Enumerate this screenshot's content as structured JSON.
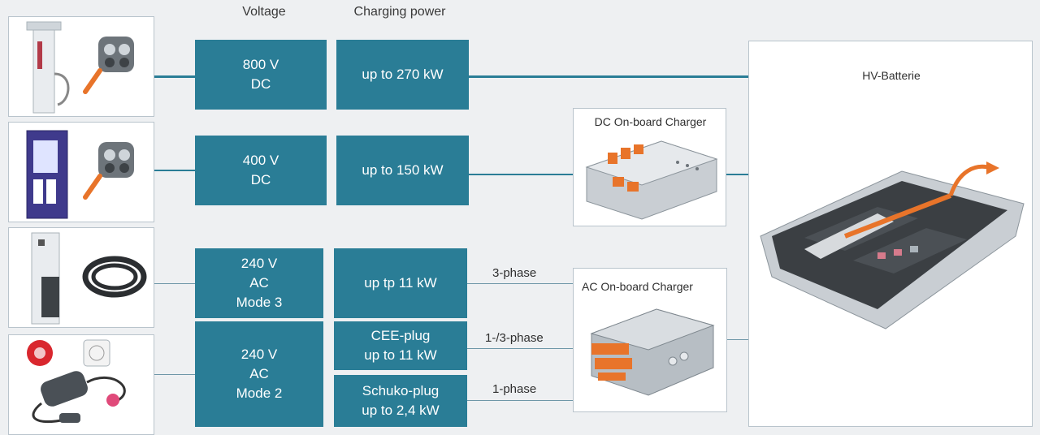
{
  "headers": {
    "voltage": "Voltage",
    "charging_power": "Charging power"
  },
  "voltage_boxes": [
    {
      "lines": [
        "800 V",
        "DC"
      ]
    },
    {
      "lines": [
        "400 V",
        "DC"
      ]
    },
    {
      "lines": [
        "240 V",
        "AC",
        "Mode 3"
      ]
    },
    {
      "lines": [
        "240 V",
        "AC",
        "Mode 2"
      ]
    }
  ],
  "power_boxes": [
    {
      "lines": [
        "up to 270 kW"
      ]
    },
    {
      "lines": [
        "up to 150 kW"
      ]
    },
    {
      "lines": [
        "up tp 11 kW"
      ]
    },
    {
      "lines": [
        "CEE-plug",
        "up to 11 kW"
      ]
    },
    {
      "lines": [
        "Schuko-plug",
        "up to 2,4 kW"
      ]
    }
  ],
  "phase_labels": [
    "3-phase",
    "1-/3-phase",
    "1-phase"
  ],
  "dc_charger": {
    "title": "DC On-board Charger"
  },
  "ac_charger": {
    "title": "AC On-board Charger"
  },
  "battery": {
    "title": "HV-Batterie"
  },
  "colors": {
    "box": "#2a7d96",
    "accent": "#e8742a",
    "background": "#eef0f2"
  },
  "icons": {
    "charger_800v": "hpc-charging-pillar",
    "charger_400v": "dc-fast-charger-station",
    "charger_ac_mode3": "ac-wallbox",
    "charger_ac_mode2": "portable-charging-cable",
    "dc_onboard": "dc-onboard-charger-unit",
    "ac_onboard": "ac-onboard-charger-unit",
    "battery": "hv-battery-pack"
  }
}
